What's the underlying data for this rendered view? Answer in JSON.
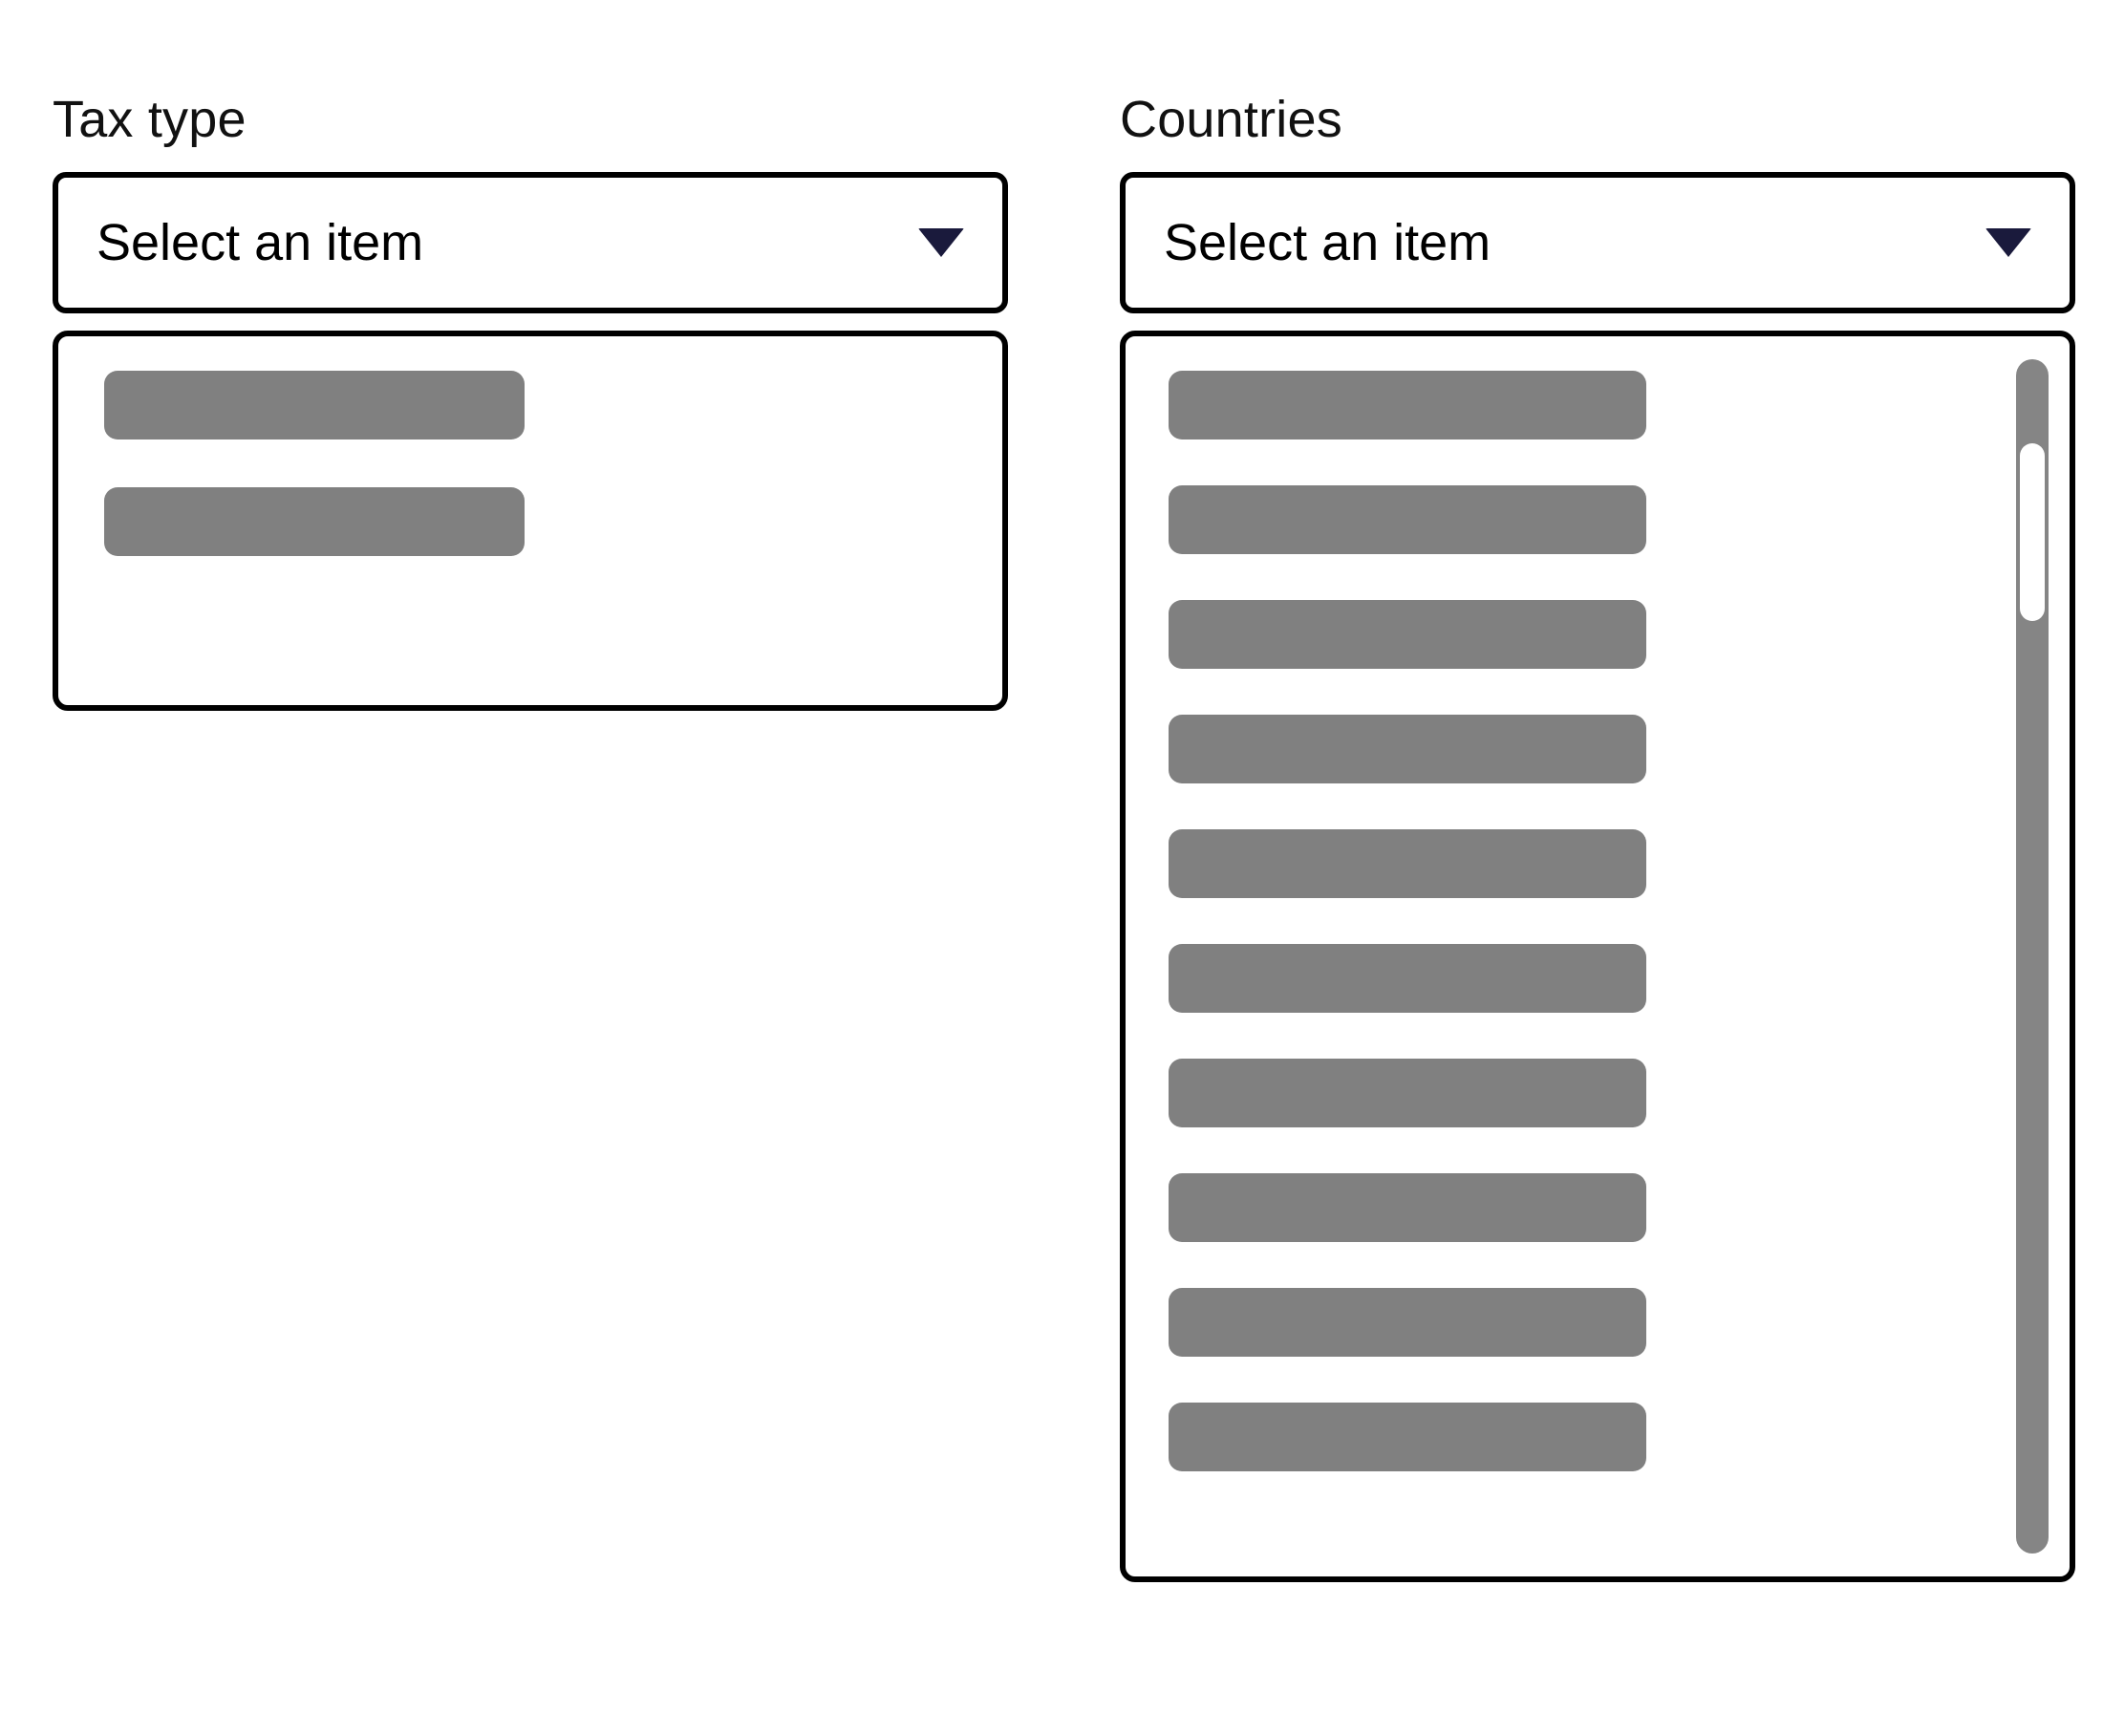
{
  "form": {
    "fields": [
      {
        "id": "tax-type",
        "label": "Tax type",
        "select": {
          "value": "Select an item",
          "placeholder": "Select an item",
          "caret_icon": "chevron-down-icon",
          "caret_color": "#1a1a3c",
          "expanded": true
        },
        "listbox": {
          "state": "loading",
          "skeleton_row_count": 2,
          "skeleton_color": "#808080",
          "has_scrollbar": false,
          "options": []
        }
      },
      {
        "id": "countries",
        "label": "Countries",
        "select": {
          "value": "Select an item",
          "placeholder": "Select an item",
          "caret_icon": "chevron-down-icon",
          "caret_color": "#1a1a3c",
          "expanded": true
        },
        "listbox": {
          "state": "loading",
          "skeleton_row_count": 10,
          "skeleton_color": "#808080",
          "has_scrollbar": true,
          "scrollbar": {
            "track_color": "#858585",
            "thumb_color": "#ffffff",
            "thumb_position_percent": 7
          },
          "options": []
        }
      }
    ]
  },
  "theme": {
    "background": "#ffffff",
    "border_color": "#000000",
    "text_color": "#000000",
    "accent_color": "#1a1a3c",
    "skeleton_color": "#808080"
  }
}
